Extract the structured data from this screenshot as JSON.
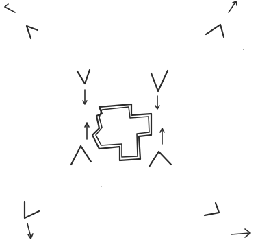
{
  "drawing": {
    "kind": "hand-drawn sketch",
    "ink_color": "#2b2b2b",
    "background_color": "#ffffff",
    "marks": [
      "top-left-corner-mark",
      "top-left-arrow",
      "top-right-corner-mark",
      "top-right-arrow",
      "inner-top-left-v",
      "inner-top-right-v",
      "central-cross-shape",
      "inner-bottom-left-caret",
      "inner-bottom-right-caret",
      "bottom-left-corner-mark",
      "bottom-right-corner-mark",
      "bottom-right-arrow"
    ]
  }
}
